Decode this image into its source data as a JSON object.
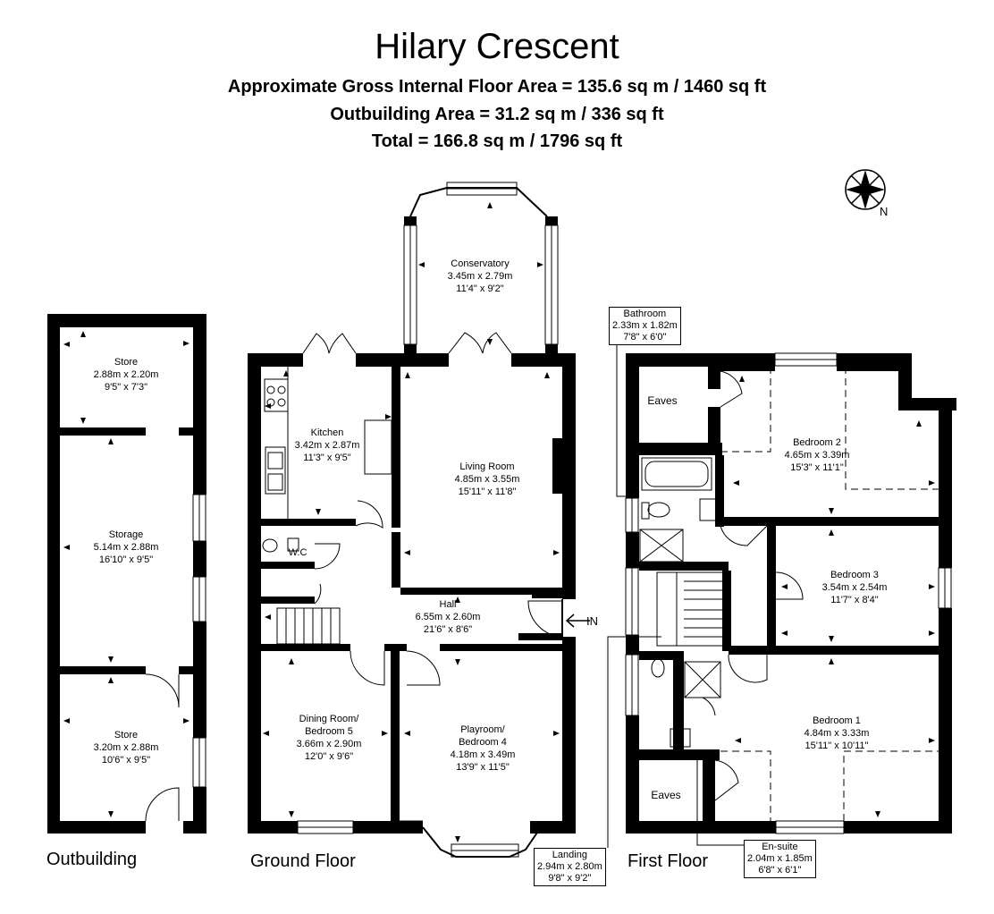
{
  "title": "Hilary Crescent",
  "areas": {
    "gross": "Approximate Gross Internal Floor Area  = 135.6 sq m  / 1460 sq ft",
    "outbuilding": "Outbuilding Area  = 31.2 sq m  / 336 sq ft",
    "total": "Total  = 166.8 sq m  / 1796 sq ft"
  },
  "floors": {
    "outbuilding": "Outbuilding",
    "ground": "Ground Floor",
    "first": "First Floor"
  },
  "compass": {
    "north": "N"
  },
  "entrance": "IN",
  "rooms": {
    "store_top": {
      "name": "Store",
      "metric": "2.88m x 2.20m",
      "imperial": "9'5\" x 7'3\""
    },
    "storage": {
      "name": "Storage",
      "metric": "5.14m x 2.88m",
      "imperial": "16'10\" x 9'5\""
    },
    "store_bottom": {
      "name": "Store",
      "metric": "3.20m x 2.88m",
      "imperial": "10'6\" x 9'5\""
    },
    "conservatory": {
      "name": "Conservatory",
      "metric": "3.45m x 2.79m",
      "imperial": "11'4\" x 9'2\""
    },
    "kitchen": {
      "name": "Kitchen",
      "metric": "3.42m x 2.87m",
      "imperial": "11'3\" x 9'5\""
    },
    "living": {
      "name": "Living Room",
      "metric": "4.85m x 3.55m",
      "imperial": "15'11\" x 11'8\""
    },
    "wc": {
      "name": "W.C"
    },
    "hall": {
      "name": "Hall",
      "metric": "6.55m x 2.60m",
      "imperial": "21'6\" x 8'6\""
    },
    "dining": {
      "name1": "Dining Room/",
      "name2": "Bedroom 5",
      "metric": "3.66m x 2.90m",
      "imperial": "12'0\" x 9'6\""
    },
    "playroom": {
      "name1": "Playroom/",
      "name2": "Bedroom 4",
      "metric": "4.18m x 3.49m",
      "imperial": "13'9\" x 11'5\""
    },
    "landing": {
      "name": "Landing",
      "metric": "2.94m x 2.80m",
      "imperial": "9'8\" x 9'2\""
    },
    "bathroom": {
      "name": "Bathroom",
      "metric": "2.33m x 1.82m",
      "imperial": "7'8\" x 6'0\""
    },
    "eaves_top": {
      "name": "Eaves"
    },
    "bedroom2": {
      "name": "Bedroom 2",
      "metric": "4.65m x 3.39m",
      "imperial": "15'3\" x 11'1\""
    },
    "bedroom3": {
      "name": "Bedroom 3",
      "metric": "3.54m x 2.54m",
      "imperial": "11'7\" x 8'4\""
    },
    "bedroom1": {
      "name": "Bedroom 1",
      "metric": "4.84m x 3.33m",
      "imperial": "15'11\" x 10'11\""
    },
    "eaves_bottom": {
      "name": "Eaves"
    },
    "ensuite": {
      "name": "En-suite",
      "metric": "2.04m x 1.85m",
      "imperial": "6'8\" x 6'1\""
    }
  }
}
